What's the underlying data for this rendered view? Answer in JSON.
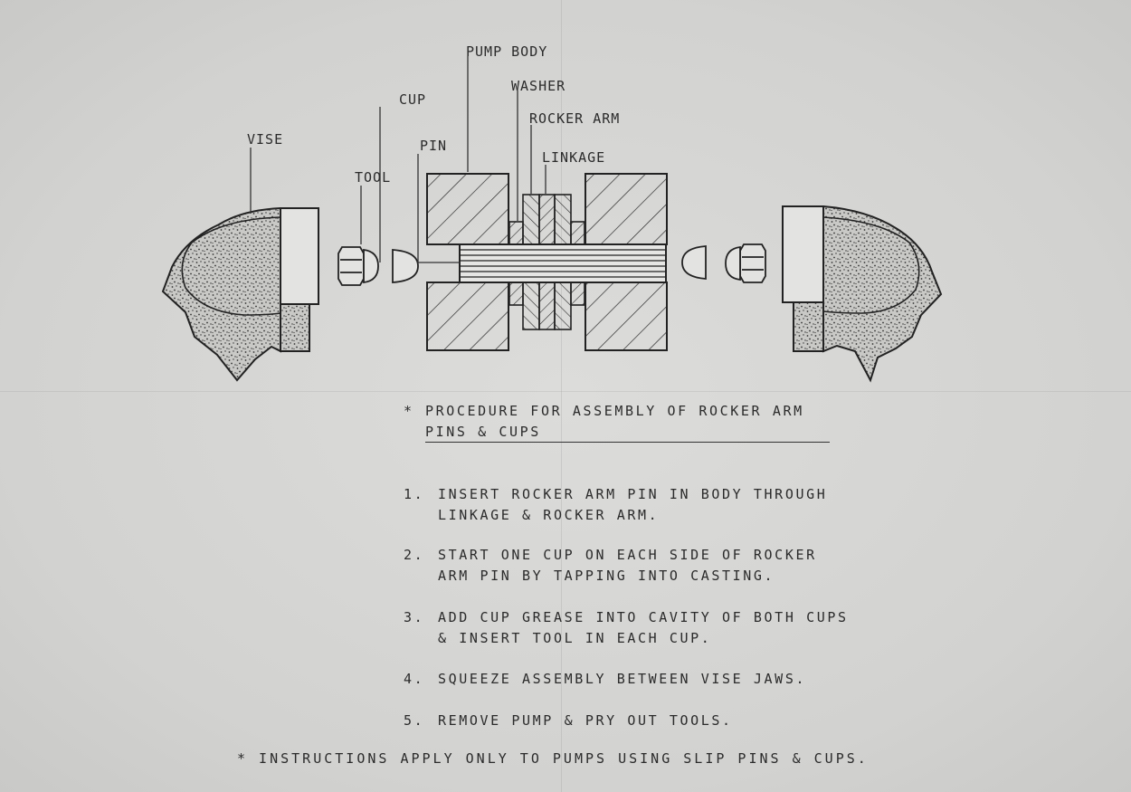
{
  "labels": {
    "vise": "VISE",
    "tool": "TOOL",
    "cup": "CUP",
    "pin": "PIN",
    "pump_body": "PUMP BODY",
    "washer": "WASHER",
    "rocker_arm": "ROCKER ARM",
    "linkage": "LINKAGE"
  },
  "procedure": {
    "marker": "*",
    "title_line1": "PROCEDURE FOR ASSEMBLY OF ROCKER ARM",
    "title_line2": "PINS & CUPS",
    "steps": [
      {
        "num": "1.",
        "line1": "INSERT ROCKER ARM PIN IN BODY THROUGH",
        "line2": "LINKAGE & ROCKER ARM."
      },
      {
        "num": "2.",
        "line1": "START ONE CUP ON EACH SIDE OF ROCKER",
        "line2": "ARM PIN BY TAPPING INTO CASTING."
      },
      {
        "num": "3.",
        "line1": "ADD CUP GREASE INTO CAVITY OF BOTH CUPS",
        "line2": "& INSERT TOOL IN EACH CUP."
      },
      {
        "num": "4.",
        "line1": "SQUEEZE ASSEMBLY BETWEEN VISE JAWS.",
        "line2": ""
      },
      {
        "num": "5.",
        "line1": "REMOVE PUMP & PRY OUT TOOLS.",
        "line2": ""
      }
    ],
    "footnote": "* INSTRUCTIONS APPLY ONLY TO PUMPS USING SLIP PINS & CUPS."
  }
}
